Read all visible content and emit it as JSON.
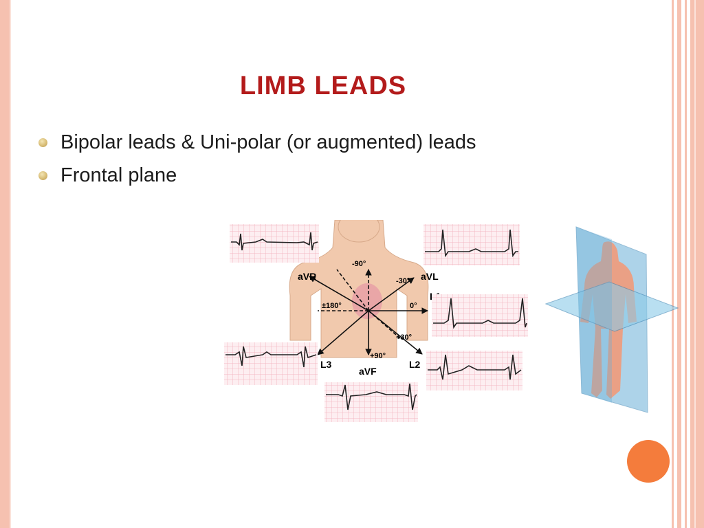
{
  "slide": {
    "title": "LIMB LEADS",
    "bullets": [
      "Bipolar leads & Uni-polar (or augmented) leads",
      "Frontal plane"
    ]
  },
  "figure": {
    "lead_labels": {
      "avr": "aVR",
      "avl": "aVL",
      "l1": "L1",
      "l2": "L2",
      "l3": "L3",
      "avf": "aVF"
    },
    "angle_labels": {
      "neg90": "-90°",
      "neg30": "-30°",
      "pm180": "±180°",
      "zero": "0°",
      "pos30": "+30°",
      "pos90": "+90°"
    }
  },
  "colors": {
    "title": "#b31b1b",
    "accent_orange": "#f47c3c",
    "border_pink": "#f6c1b0",
    "ecg_grid": "#f2b8c2",
    "plane_blue": "#6bb0d8"
  }
}
